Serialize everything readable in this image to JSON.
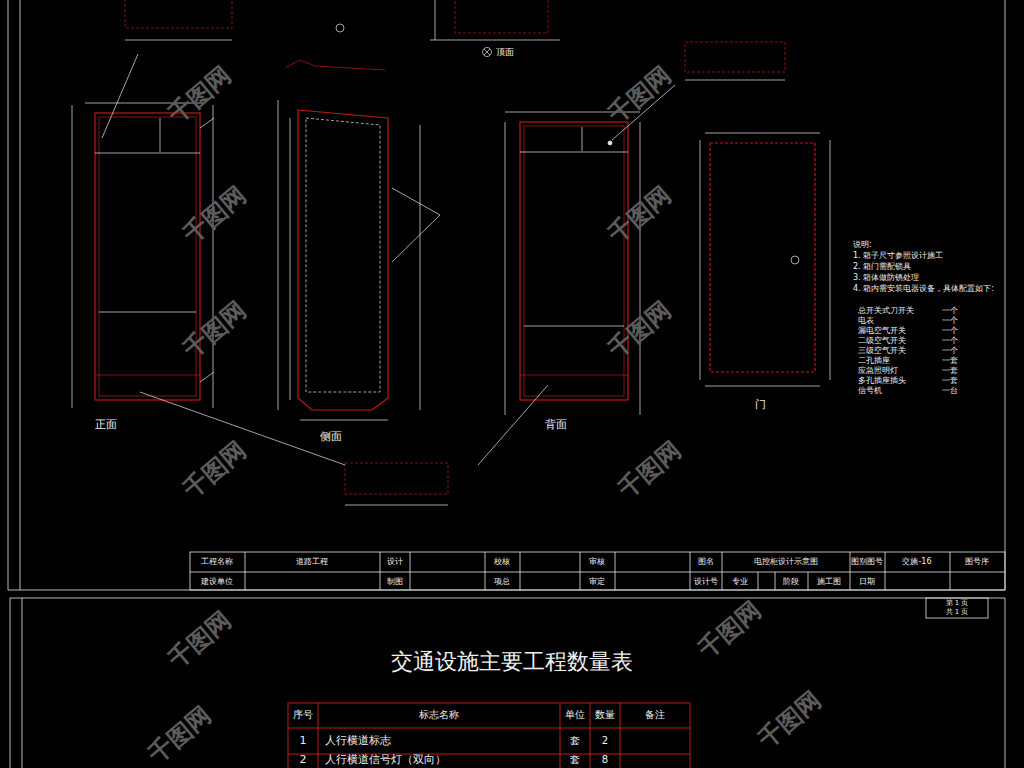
{
  "diagram": {
    "title": "交通设施主要工程数量表",
    "nodes": [
      {
        "text": [
          "正面"
        ]
      },
      {
        "text": [
          "侧面"
        ]
      },
      {
        "text": [
          "背面"
        ]
      },
      {
        "text": [
          "门"
        ]
      }
    ],
    "labels": [
      "顶面",
      "说明:",
      "1. 箱子尺寸参照设计施工",
      "2. 箱门需配锁具",
      "3. 箱体做防锈处理",
      "4. 箱内需安装电器设备，具体配置如下:",
      "总开关式刀开关",
      "一个",
      "电表",
      "一个",
      "漏电空气开关",
      "一个",
      "二级空气开关",
      "一个",
      "三级空气开关",
      "一个",
      "二孔插座",
      "一套",
      "应急照明灯",
      "一套",
      "多孔插座插头",
      "一套",
      "信号机",
      "一台",
      "工程名称",
      "道路工程",
      "设计",
      "校核",
      "审核",
      "图名",
      "电控柜设计示意图",
      "图别图号",
      "交施-16",
      "图号序",
      "建设单位",
      "制图",
      "项总",
      "审定",
      "设计号",
      "专业",
      "阶段",
      "施工图",
      "日期",
      "第 1 页",
      "共 1 页",
      "序号",
      "标志名称",
      "单位",
      "数量",
      "备注",
      "1",
      "人行横道标志",
      "套",
      "2",
      "2",
      "人行横道信号灯（双向）",
      "套",
      "8",
      "千图网",
      "千图网",
      "千图网",
      "千图网",
      "千图网",
      "千图网",
      "千图网",
      "千图网",
      "千图网",
      "千图网",
      "千图网",
      "千图网"
    ]
  }
}
